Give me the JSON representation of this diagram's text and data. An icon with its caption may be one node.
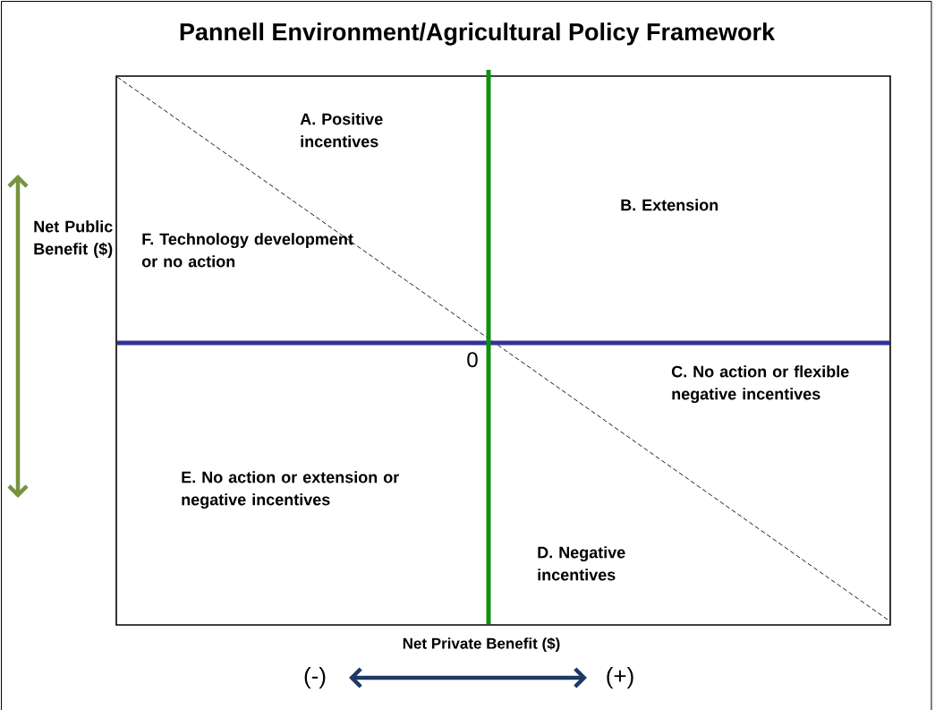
{
  "diagram": {
    "title": "Pannell Environment/Agricultural Policy Framework",
    "labels": [
      "A. Positive incentives",
      "B. Extension",
      "Net Public Benefit ($)",
      "F. Technology development or no action",
      "0",
      "C. No action or flexible negative incentives",
      "E. No action or extension or negative incentives",
      "D. Negative incentives",
      "Net Private Benefit ($)",
      "(-)",
      "(+)"
    ]
  }
}
